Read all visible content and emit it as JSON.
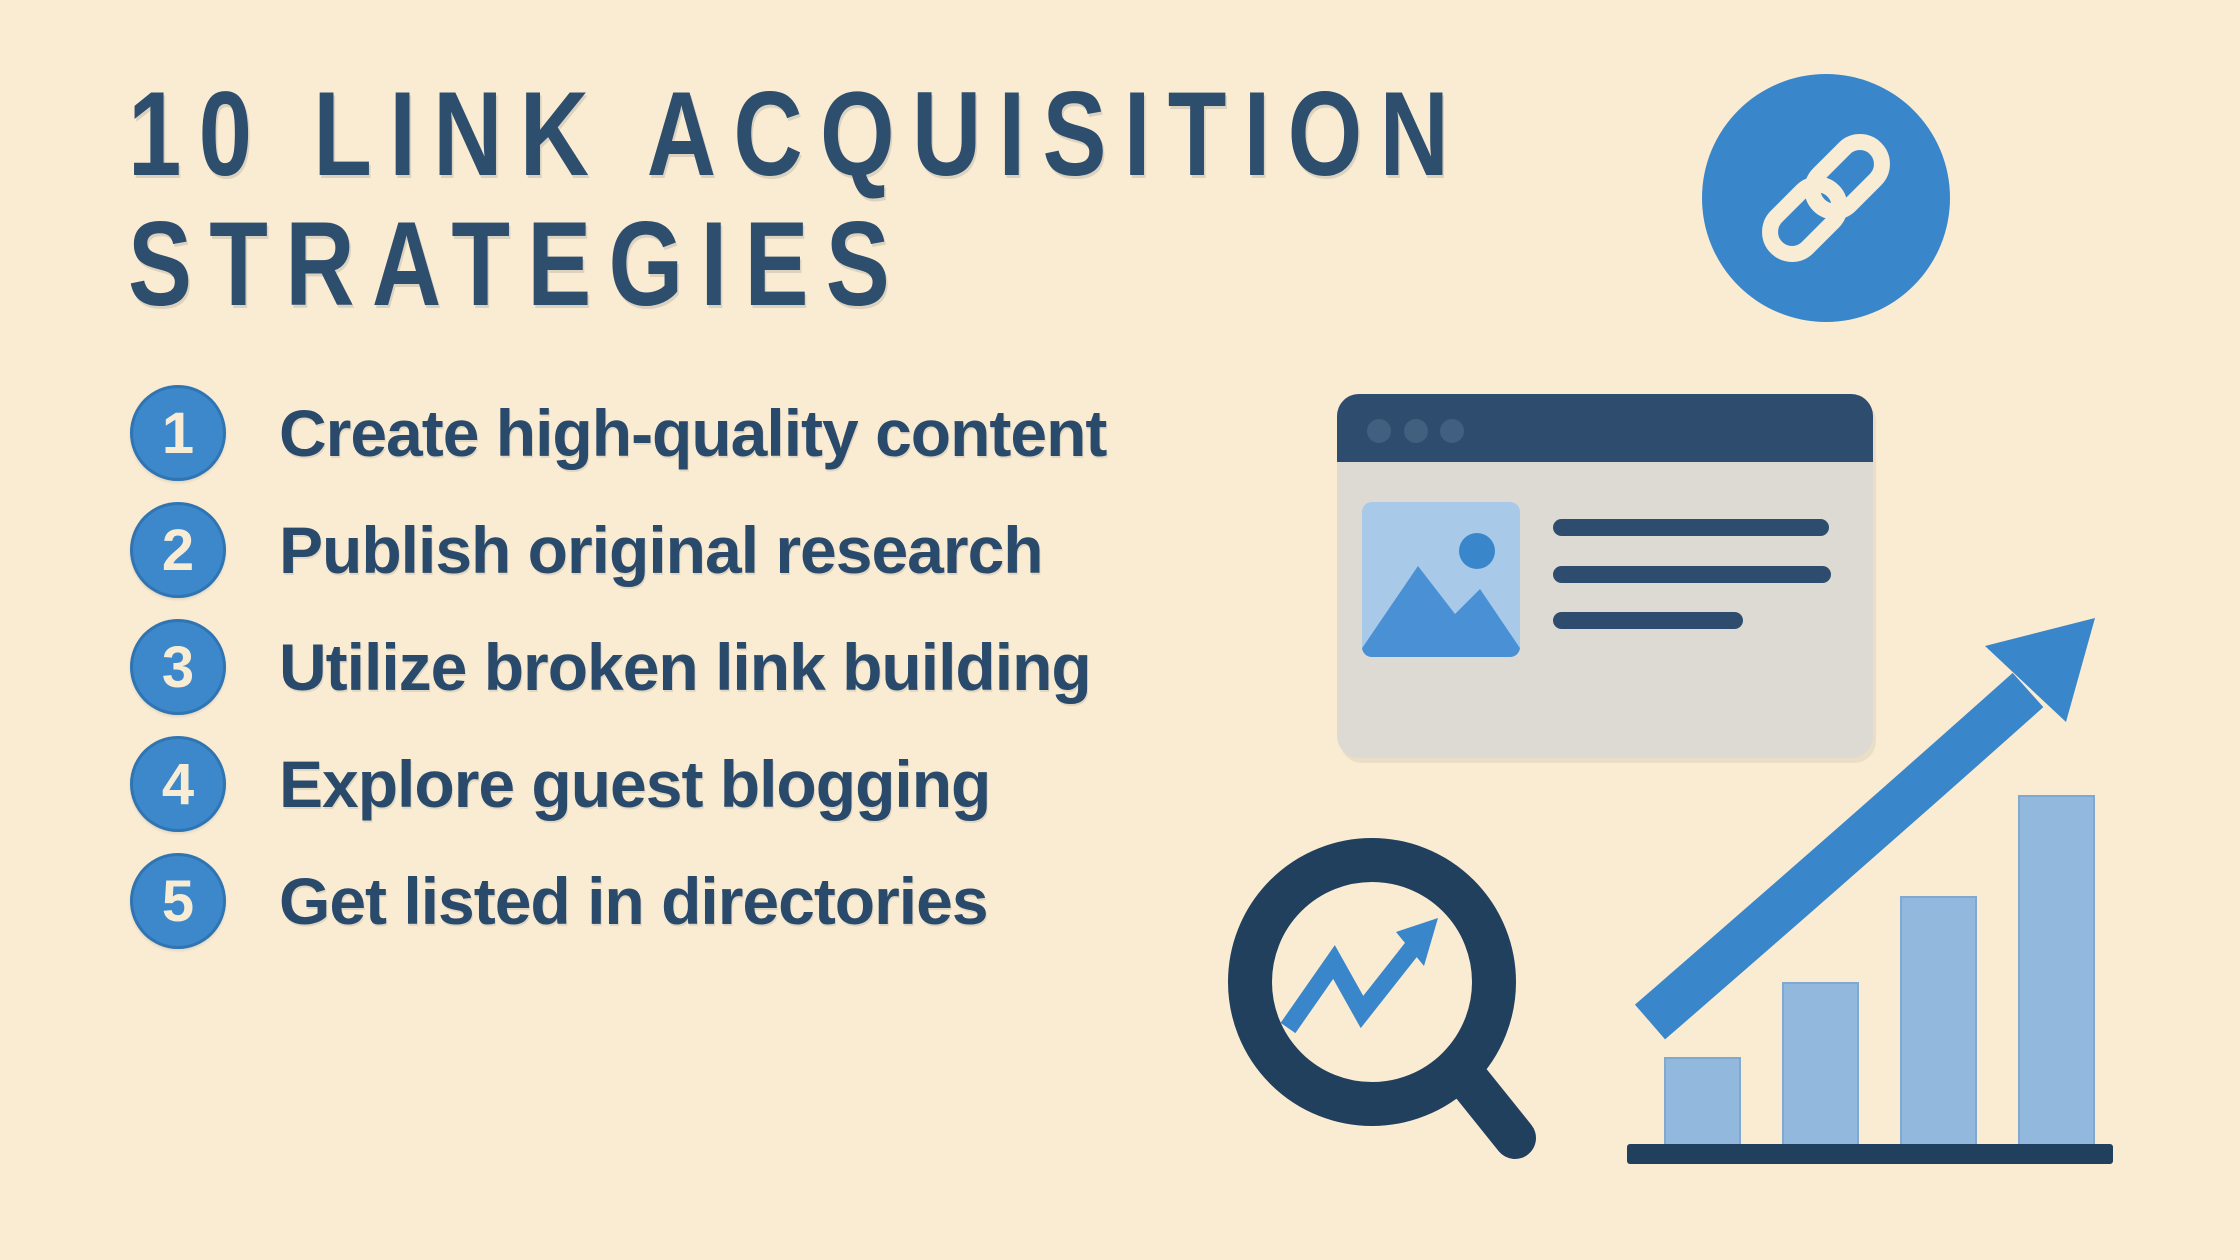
{
  "title": {
    "line1": "10 LINK ACQUISITION",
    "line2": "STRATEGIES"
  },
  "strategies": [
    {
      "number": "1",
      "label": "Create high-quality content"
    },
    {
      "number": "2",
      "label": "Publish original research"
    },
    {
      "number": "3",
      "label": "Utilize broken link building"
    },
    {
      "number": "4",
      "label": "Explore guest blogging"
    },
    {
      "number": "5",
      "label": "Get listed in directories"
    }
  ],
  "colors": {
    "background": "#faecd3",
    "title_text": "#2e4e6e",
    "list_text": "#2a4a6c",
    "accent_blue": "#3a86ca",
    "badge_blue": "#3c88cb",
    "bar_light_blue": "#92b8dd",
    "bar_edge_blue": "#7fa9d0",
    "pale_blue": "#a9c9e9",
    "mountain_blue": "#4a90d5",
    "navy": "#21405e",
    "header_navy": "#2e4d6e",
    "window_gray": "#dcdad3",
    "window_dot": "#41607f",
    "cream": "#f8ecd4"
  },
  "illustrations": {
    "link_badge": {
      "icon": "chain-link-icon"
    },
    "browser_card": {
      "icon": "browser-window-icon",
      "text_line_count": 3,
      "has_image_placeholder": true
    },
    "magnifier": {
      "icon": "search-trend-icon"
    },
    "growth_chart": {
      "icon": "growth-bar-chart-icon",
      "bar_heights": [
        88,
        163,
        249,
        350
      ],
      "has_arrow": true
    }
  }
}
